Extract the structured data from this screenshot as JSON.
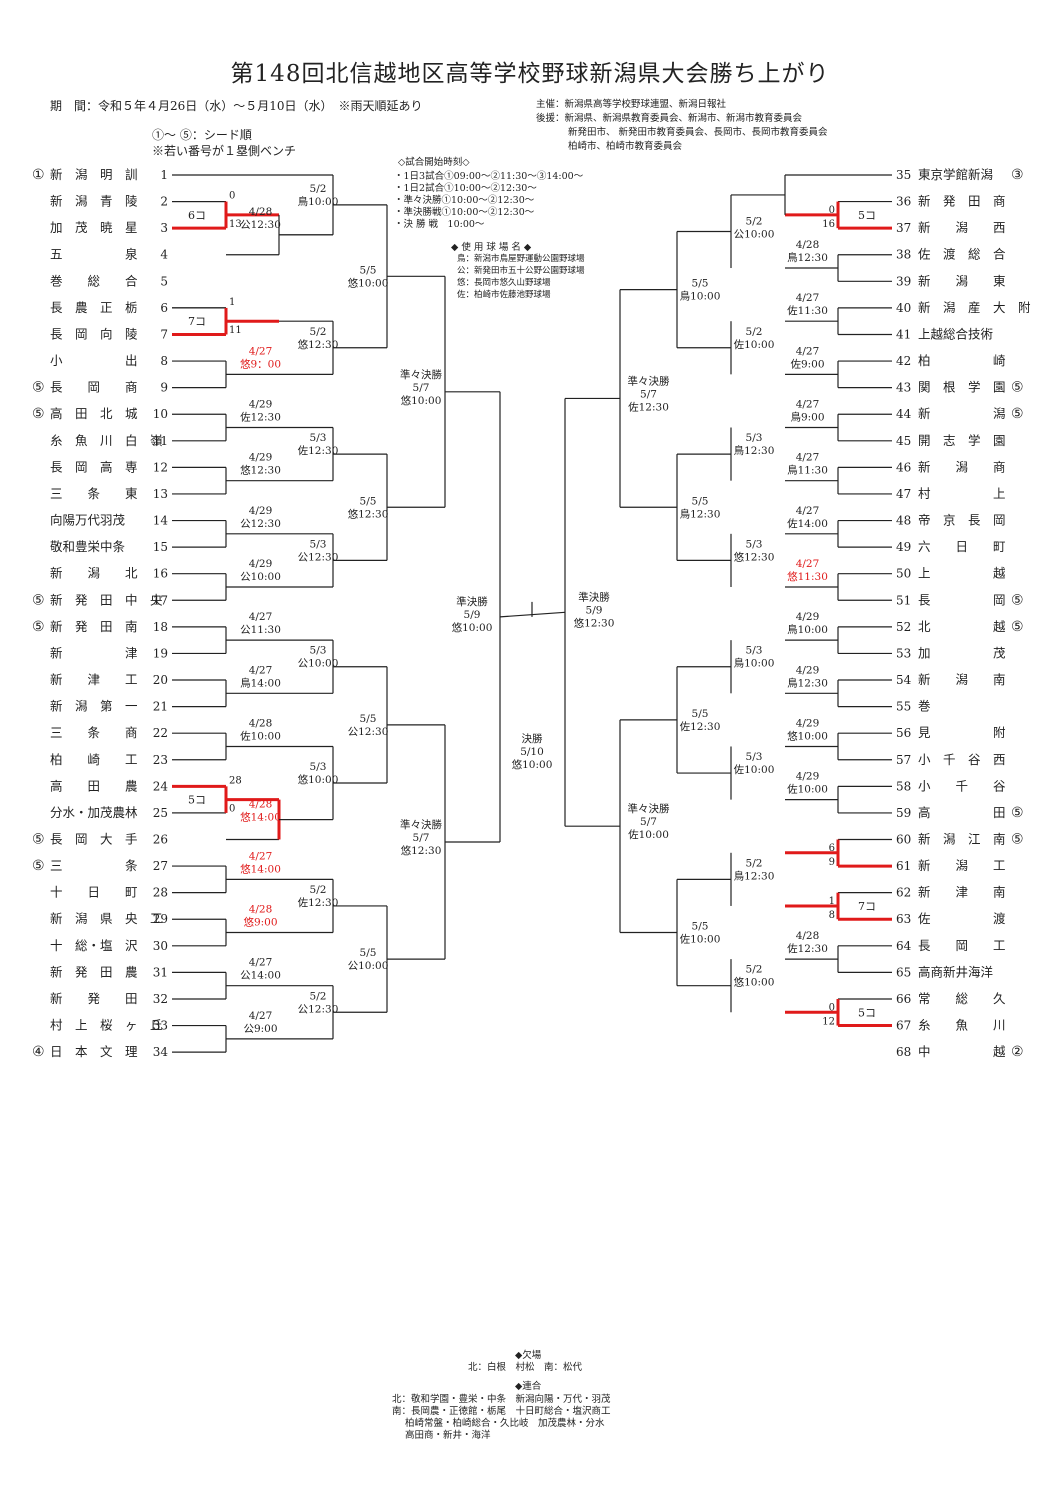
{
  "title": "第148回北信越地区高等学校野球新潟県大会勝ち上がり",
  "period": "期　間：令和５年４月26日（水）～５月10日（水）　※雨天順延あり",
  "legend1": "①～ ⑤：シード順",
  "legend2": "※若い番号が１塁側ベンチ",
  "organizers": [
    "主催：新潟県高等学校野球連盟、新潟日報社",
    "後援：新潟県、新潟県教育委員会、新潟市、新潟市教育委員会",
    "新発田市、 新発田市教育委員会、長岡市、長岡市教育委員会",
    "柏崎市、柏崎市教育委員会"
  ],
  "start_times": {
    "title": "◇試合開始時刻◇",
    "lines": [
      "・1日3試合①09:00～②11:30～③14:00～",
      "・1日2試合①10:00～②12:30～",
      "・準々決勝①10:00～②12:30～",
      "・準決勝戦①10:00～②12:30～",
      "・決 勝 戦　10:00～"
    ]
  },
  "venues": {
    "title": "◆ 使 用 球 場 名 ◆",
    "lines": [
      "鳥：新潟市鳥屋野運動公園野球場",
      "公：新発田市五十公野公園野球場",
      "悠：長岡市悠久山野球場",
      "佐：柏崎市佐藤池野球場"
    ]
  },
  "absent": {
    "title": "◆欠場",
    "text": "北：白根　村松　南：松代"
  },
  "combined": {
    "title": "◆連合",
    "lines": [
      "北：敬和学園・豊栄・中条　新潟向陽・万代・羽茂",
      "南：長岡農・正徳館・栃尾　十日町総合・塩沢商工",
      "柏崎常盤・柏崎総合・久比岐　加茂農林・分水",
      "高田商・新井・海洋"
    ]
  },
  "colors": {
    "win": "#e01a1a",
    "line": "#222222",
    "postponed": "#e01a1a"
  },
  "left_teams": [
    {
      "seed": "①",
      "name": "新　潟　明　訓",
      "num": "1"
    },
    {
      "seed": "",
      "name": "新　潟　青　陵",
      "num": "2"
    },
    {
      "seed": "",
      "name": "加　茂　暁　星",
      "num": "3"
    },
    {
      "seed": "",
      "name": "五　　　　　泉",
      "num": "4"
    },
    {
      "seed": "",
      "name": "巻　　総　　合",
      "num": "5"
    },
    {
      "seed": "",
      "name": "長　農　正　栃",
      "num": "6"
    },
    {
      "seed": "",
      "name": "長　岡　向　陵",
      "num": "7"
    },
    {
      "seed": "",
      "name": "小　　　　　出",
      "num": "8"
    },
    {
      "seed": "⑤",
      "name": "長　　岡　　商",
      "num": "9"
    },
    {
      "seed": "⑤",
      "name": "高　田　北　城",
      "num": "10"
    },
    {
      "seed": "",
      "name": "糸　魚　川　白　嶺",
      "num": "11"
    },
    {
      "seed": "",
      "name": "長　岡　高　専",
      "num": "12"
    },
    {
      "seed": "",
      "name": "三　　条　　東",
      "num": "13"
    },
    {
      "seed": "",
      "name": "向陽万代羽茂",
      "num": "14"
    },
    {
      "seed": "",
      "name": "敬和豊栄中条",
      "num": "15"
    },
    {
      "seed": "",
      "name": "新　　潟　　北",
      "num": "16"
    },
    {
      "seed": "⑤",
      "name": "新　発　田　中　央",
      "num": "17"
    },
    {
      "seed": "⑤",
      "name": "新　発　田　南",
      "num": "18"
    },
    {
      "seed": "",
      "name": "新　　　　　津",
      "num": "19"
    },
    {
      "seed": "",
      "name": "新　　津　　工",
      "num": "20"
    },
    {
      "seed": "",
      "name": "新　潟　第　一",
      "num": "21"
    },
    {
      "seed": "",
      "name": "三　　条　　商",
      "num": "22"
    },
    {
      "seed": "",
      "name": "柏　　崎　　工",
      "num": "23"
    },
    {
      "seed": "",
      "name": "高　　田　　農",
      "num": "24"
    },
    {
      "seed": "",
      "name": "分水・加茂農林",
      "num": "25"
    },
    {
      "seed": "⑤",
      "name": "長　岡　大　手",
      "num": "26"
    },
    {
      "seed": "⑤",
      "name": "三　　　　　条",
      "num": "27"
    },
    {
      "seed": "",
      "name": "十　　日　　町",
      "num": "28"
    },
    {
      "seed": "",
      "name": "新　潟　県　央　工",
      "num": "29"
    },
    {
      "seed": "",
      "name": "十　総・塩　沢",
      "num": "30"
    },
    {
      "seed": "",
      "name": "新　発　田　農",
      "num": "31"
    },
    {
      "seed": "",
      "name": "新　　発　　田",
      "num": "32"
    },
    {
      "seed": "",
      "name": "村　上　桜　ヶ　丘",
      "num": "33"
    },
    {
      "seed": "④",
      "name": "日　本　文　理",
      "num": "34"
    }
  ],
  "right_teams": [
    {
      "num": "35",
      "name": "東京学館新潟",
      "seed": "③"
    },
    {
      "num": "36",
      "name": "新　発　田　商",
      "seed": ""
    },
    {
      "num": "37",
      "name": "新　　潟　　西",
      "seed": ""
    },
    {
      "num": "38",
      "name": "佐　渡　総　合",
      "seed": ""
    },
    {
      "num": "39",
      "name": "新　　潟　　東",
      "seed": ""
    },
    {
      "num": "40",
      "name": "新　潟　産　大　附",
      "seed": ""
    },
    {
      "num": "41",
      "name": "上越総合技術",
      "seed": ""
    },
    {
      "num": "42",
      "name": "柏　　　　　崎",
      "seed": ""
    },
    {
      "num": "43",
      "name": "関　根　学　園",
      "seed": "⑤"
    },
    {
      "num": "44",
      "name": "新　　　　　潟",
      "seed": "⑤"
    },
    {
      "num": "45",
      "name": "開　志　学　園",
      "seed": ""
    },
    {
      "num": "46",
      "name": "新　　潟　　商",
      "seed": ""
    },
    {
      "num": "47",
      "name": "村　　　　　上",
      "seed": ""
    },
    {
      "num": "48",
      "name": "帝　京　長　岡",
      "seed": ""
    },
    {
      "num": "49",
      "name": "六　　日　　町",
      "seed": ""
    },
    {
      "num": "50",
      "name": "上　　　　　越",
      "seed": ""
    },
    {
      "num": "51",
      "name": "長　　　　　岡",
      "seed": "⑤"
    },
    {
      "num": "52",
      "name": "北　　　　　越",
      "seed": "⑤"
    },
    {
      "num": "53",
      "name": "加　　　　　茂",
      "seed": ""
    },
    {
      "num": "54",
      "name": "新　　潟　　南",
      "seed": ""
    },
    {
      "num": "55",
      "name": "巻",
      "seed": ""
    },
    {
      "num": "56",
      "name": "見　　　　　附",
      "seed": ""
    },
    {
      "num": "57",
      "name": "小　千　谷　西",
      "seed": ""
    },
    {
      "num": "58",
      "name": "小　　千　　谷",
      "seed": ""
    },
    {
      "num": "59",
      "name": "高　　　　　田",
      "seed": "⑤"
    },
    {
      "num": "60",
      "name": "新　潟　江　南",
      "seed": "⑤"
    },
    {
      "num": "61",
      "name": "新　　潟　　工",
      "seed": ""
    },
    {
      "num": "62",
      "name": "新　　津　　南",
      "seed": ""
    },
    {
      "num": "63",
      "name": "佐　　　　　渡",
      "seed": ""
    },
    {
      "num": "64",
      "name": "長　　岡　　工",
      "seed": ""
    },
    {
      "num": "65",
      "name": "高商新井海洋",
      "seed": ""
    },
    {
      "num": "66",
      "name": "常　　総　　久",
      "seed": ""
    },
    {
      "num": "67",
      "name": "糸　　魚　　川",
      "seed": ""
    },
    {
      "num": "68",
      "name": "中　　　　　越",
      "seed": "②"
    }
  ],
  "l1": [
    {
      "t": 2,
      "b": 3,
      "d1": "",
      "d2": "",
      "r": false,
      "w": "b",
      "s1": "0",
      "s2": "13",
      "c": "6コ"
    },
    {
      "t": "m23",
      "b": 4,
      "d1": "4/28",
      "d2": "公12:30",
      "r": false
    },
    {
      "t": 6,
      "b": 7,
      "d1": "",
      "d2": "",
      "r": false,
      "w": "b",
      "s1": "1",
      "s2": "11",
      "c": "7コ"
    },
    {
      "t": 8,
      "b": 9,
      "d1": "4/27",
      "d2": "悠9：00",
      "r": true
    },
    {
      "t": 10,
      "b": 11,
      "d1": "4/29",
      "d2": "佐12:30",
      "r": false
    },
    {
      "t": 12,
      "b": 13,
      "d1": "4/29",
      "d2": "悠12:30",
      "r": false
    },
    {
      "t": 14,
      "b": 15,
      "d1": "4/29",
      "d2": "公12:30",
      "r": false
    },
    {
      "t": 16,
      "b": 17,
      "d1": "4/29",
      "d2": "公10:00",
      "r": false
    },
    {
      "t": 18,
      "b": 19,
      "d1": "4/27",
      "d2": "公11:30",
      "r": false
    },
    {
      "t": 20,
      "b": 21,
      "d1": "4/27",
      "d2": "鳥14:00",
      "r": false
    },
    {
      "t": 22,
      "b": 23,
      "d1": "4/28",
      "d2": "佐10:00",
      "r": false
    },
    {
      "t": 24,
      "b": 25,
      "d1": "",
      "d2": "",
      "r": false,
      "w": "t",
      "s1": "28",
      "s2": "0",
      "c": "5コ"
    },
    {
      "t": "m2425",
      "b": 26,
      "d1": "4/28",
      "d2": "悠14:00",
      "r": true
    },
    {
      "t": 27,
      "b": 28,
      "d1": "4/27",
      "d2": "悠14:00",
      "r": true
    },
    {
      "t": 29,
      "b": 30,
      "d1": "4/28",
      "d2": "悠9:00",
      "r": true
    },
    {
      "t": 31,
      "b": 32,
      "d1": "4/27",
      "d2": "公14:00",
      "r": false
    },
    {
      "t": 33,
      "b": 34,
      "d1": "4/27",
      "d2": "公9:00",
      "r": false
    }
  ],
  "l2": [
    {
      "d1": "5/2",
      "d2": "鳥10:00"
    },
    {
      "d1": "5/2",
      "d2": "悠12:30"
    },
    {
      "d1": "5/3",
      "d2": "佐12:30"
    },
    {
      "d1": "5/3",
      "d2": "公12:30"
    },
    {
      "d1": "5/3",
      "d2": "公10:00"
    },
    {
      "d1": "5/3",
      "d2": "悠10:00"
    },
    {
      "d1": "5/2",
      "d2": "佐12:30"
    },
    {
      "d1": "5/2",
      "d2": "公12:30"
    }
  ],
  "l3": [
    {
      "d1": "5/5",
      "d2": "悠10:00"
    },
    {
      "d1": "5/5",
      "d2": "悠12:30"
    },
    {
      "d1": "5/5",
      "d2": "公12:30"
    },
    {
      "d1": "5/5",
      "d2": "公10:00"
    }
  ],
  "l4": [
    {
      "d0": "準々決勝",
      "d1": "5/7",
      "d2": "悠10:00"
    },
    {
      "d0": "準々決勝",
      "d1": "5/7",
      "d2": "悠12:30"
    }
  ],
  "semi_left": {
    "d0": "準決勝",
    "d1": "5/9",
    "d2": "悠10:00"
  },
  "final": {
    "d0": "決勝",
    "d1": "5/10",
    "d2": "悠10:00"
  },
  "semi_right": {
    "d0": "準決勝",
    "d1": "5/9",
    "d2": "悠12:30"
  },
  "r1": [
    {
      "t": 36,
      "b": 37,
      "d1": "",
      "d2": "",
      "r": false,
      "w": "b",
      "s1": "0",
      "s2": "16",
      "c": "5コ"
    },
    {
      "t": 38,
      "b": 39,
      "d1": "4/28",
      "d2": "鳥12:30",
      "r": false
    },
    {
      "t": 40,
      "b": 41,
      "d1": "4/27",
      "d2": "佐11:30",
      "r": false
    },
    {
      "t": 42,
      "b": 43,
      "d1": "4/27",
      "d2": "佐9:00",
      "r": false
    },
    {
      "t": 44,
      "b": 45,
      "d1": "4/27",
      "d2": "鳥9:00",
      "r": false
    },
    {
      "t": 46,
      "b": 47,
      "d1": "4/27",
      "d2": "鳥11:30",
      "r": false
    },
    {
      "t": 48,
      "b": 49,
      "d1": "4/27",
      "d2": "佐14:00",
      "r": false
    },
    {
      "t": 50,
      "b": 51,
      "d1": "4/27",
      "d2": "悠11:30",
      "r": true
    },
    {
      "t": 52,
      "b": 53,
      "d1": "4/29",
      "d2": "鳥10:00",
      "r": false
    },
    {
      "t": 54,
      "b": 55,
      "d1": "4/29",
      "d2": "鳥12:30",
      "r": false
    },
    {
      "t": 56,
      "b": 57,
      "d1": "4/29",
      "d2": "悠10:00",
      "r": false
    },
    {
      "t": 58,
      "b": 59,
      "d1": "4/29",
      "d2": "佐10:00",
      "r": false
    },
    {
      "t": 60,
      "b": 61,
      "d1": "",
      "d2": "",
      "r": false,
      "w": "b",
      "s1": "6",
      "s2": "9",
      "c": ""
    },
    {
      "t": 62,
      "b": 63,
      "d1": "",
      "d2": "",
      "r": false,
      "w": "b",
      "s1": "1",
      "s2": "8",
      "c": "7コ"
    },
    {
      "t": 64,
      "b": 65,
      "d1": "4/28",
      "d2": "佐12:30",
      "r": false
    },
    {
      "t": 66,
      "b": 67,
      "d1": "",
      "d2": "",
      "r": false,
      "w": "b",
      "s1": "0",
      "s2": "12",
      "c": "5コ"
    }
  ],
  "r2": [
    {
      "d1": "5/2",
      "d2": "公10:00"
    },
    {
      "d1": "5/2",
      "d2": "佐10:00"
    },
    {
      "d1": "5/3",
      "d2": "鳥12:30"
    },
    {
      "d1": "5/3",
      "d2": "悠12:30"
    },
    {
      "d1": "5/3",
      "d2": "鳥10:00"
    },
    {
      "d1": "5/3",
      "d2": "佐10:00"
    },
    {
      "d1": "5/2",
      "d2": "鳥12:30"
    },
    {
      "d1": "5/2",
      "d2": "悠10:00"
    }
  ],
  "r3": [
    {
      "d1": "5/5",
      "d2": "鳥10:00"
    },
    {
      "d1": "5/5",
      "d2": "鳥12:30"
    },
    {
      "d1": "5/5",
      "d2": "佐12:30"
    },
    {
      "d1": "5/5",
      "d2": "佐10:00"
    }
  ],
  "r4": [
    {
      "d0": "準々決勝",
      "d1": "5/7",
      "d2": "佐12:30"
    },
    {
      "d0": "準々決勝",
      "d1": "5/7",
      "d2": "佐10:00"
    }
  ]
}
